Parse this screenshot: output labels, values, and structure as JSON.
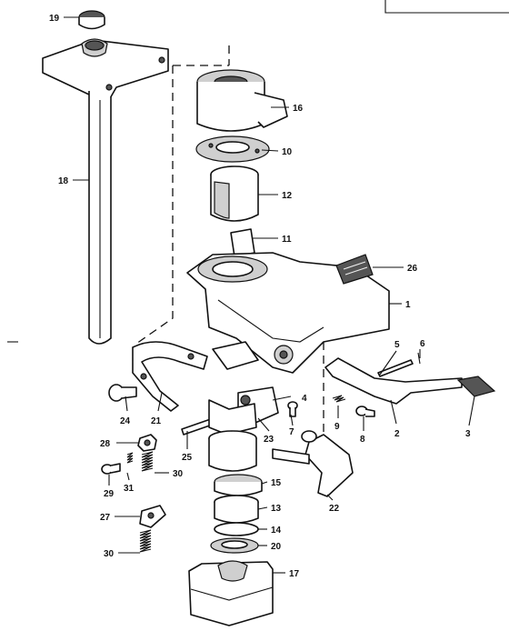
{
  "diagram": {
    "callouts": [
      {
        "id": "c19",
        "text": "19"
      },
      {
        "id": "c16",
        "text": "16"
      },
      {
        "id": "c10",
        "text": "10"
      },
      {
        "id": "c12",
        "text": "12"
      },
      {
        "id": "c18",
        "text": "18"
      },
      {
        "id": "c11",
        "text": "11"
      },
      {
        "id": "c26",
        "text": "26"
      },
      {
        "id": "c1",
        "text": "1"
      },
      {
        "id": "c5",
        "text": "5"
      },
      {
        "id": "c6",
        "text": "6"
      },
      {
        "id": "c4",
        "text": "4"
      },
      {
        "id": "c24",
        "text": "24"
      },
      {
        "id": "c21",
        "text": "21"
      },
      {
        "id": "c9",
        "text": "9"
      },
      {
        "id": "c7",
        "text": "7"
      },
      {
        "id": "c8",
        "text": "8"
      },
      {
        "id": "c2",
        "text": "2"
      },
      {
        "id": "c3",
        "text": "3"
      },
      {
        "id": "c23",
        "text": "23"
      },
      {
        "id": "c25",
        "text": "25"
      },
      {
        "id": "c28",
        "text": "28"
      },
      {
        "id": "c30a",
        "text": "30"
      },
      {
        "id": "c15",
        "text": "15"
      },
      {
        "id": "c29",
        "text": "29"
      },
      {
        "id": "c31",
        "text": "31"
      },
      {
        "id": "c22",
        "text": "22"
      },
      {
        "id": "c13",
        "text": "13"
      },
      {
        "id": "c27",
        "text": "27"
      },
      {
        "id": "c14",
        "text": "14"
      },
      {
        "id": "c20",
        "text": "20"
      },
      {
        "id": "c30b",
        "text": "30"
      },
      {
        "id": "c17",
        "text": "17"
      }
    ]
  }
}
